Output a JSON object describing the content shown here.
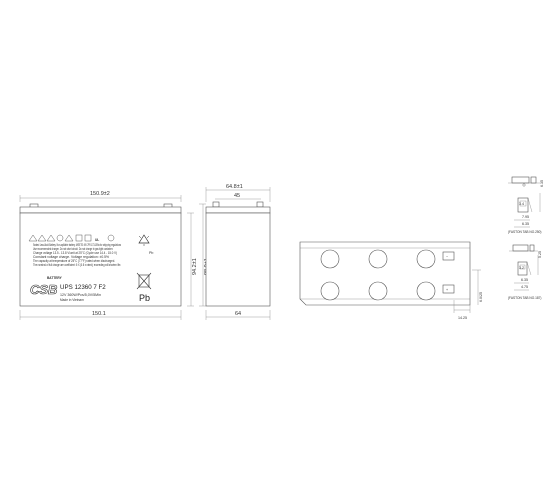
{
  "front_view": {
    "dimensions": {
      "overall_width_with_terminals": "150.9±2",
      "case_width": "150.1",
      "total_height": "94.2±1",
      "case_height": "98.0±1"
    },
    "label": {
      "brand": "BATTERY",
      "model": "UPS 12360 7 F2",
      "rating": "12V 360W/Pcs/5,0V/5Min",
      "origin": "Made in Vietnam",
      "recycle_text": "Pb",
      "bin_text": "Pb",
      "small_print": [
        "Sealed Lead Acid Battery. Non-spillable battery. MEETS 49 CFR 173.159a for shipping regulations",
        "Use recommended charger. Do not short circuit. Do not charge in gas tight container.",
        "Charge voltage 13.5 - 13.8 V/unit at 25°C (Cycle use 14.4 - 15.0 V)",
        "Constant voltage charge. Voltage regulation: ±0.5%",
        "The capacity at temperature of 25°C (77°F) rated when discharged.",
        "The nominal of full charge are coefficient: 5 X (0.5 x rated); exceeding will shorten life."
      ]
    }
  },
  "side_view": {
    "dimensions": {
      "top_width": "64.8±1",
      "terminal_spacing": "45",
      "case_depth": "64"
    }
  },
  "top_view": {
    "dimensions": {
      "terminal_offset": "6.0/25",
      "terminal_depth": "14.25"
    },
    "polarity": {
      "negative": "−",
      "positive": "+"
    }
  },
  "terminal_details": [
    {
      "caption": "(FASTON TAB NO.250)",
      "dimensions": [
        "3.4",
        "7.95",
        "6.35",
        "6.35"
      ]
    },
    {
      "caption": "(FASTON TAB NO.187)",
      "dimensions": [
        "3.2",
        "6.35",
        "4.75",
        "5.25"
      ]
    }
  ]
}
